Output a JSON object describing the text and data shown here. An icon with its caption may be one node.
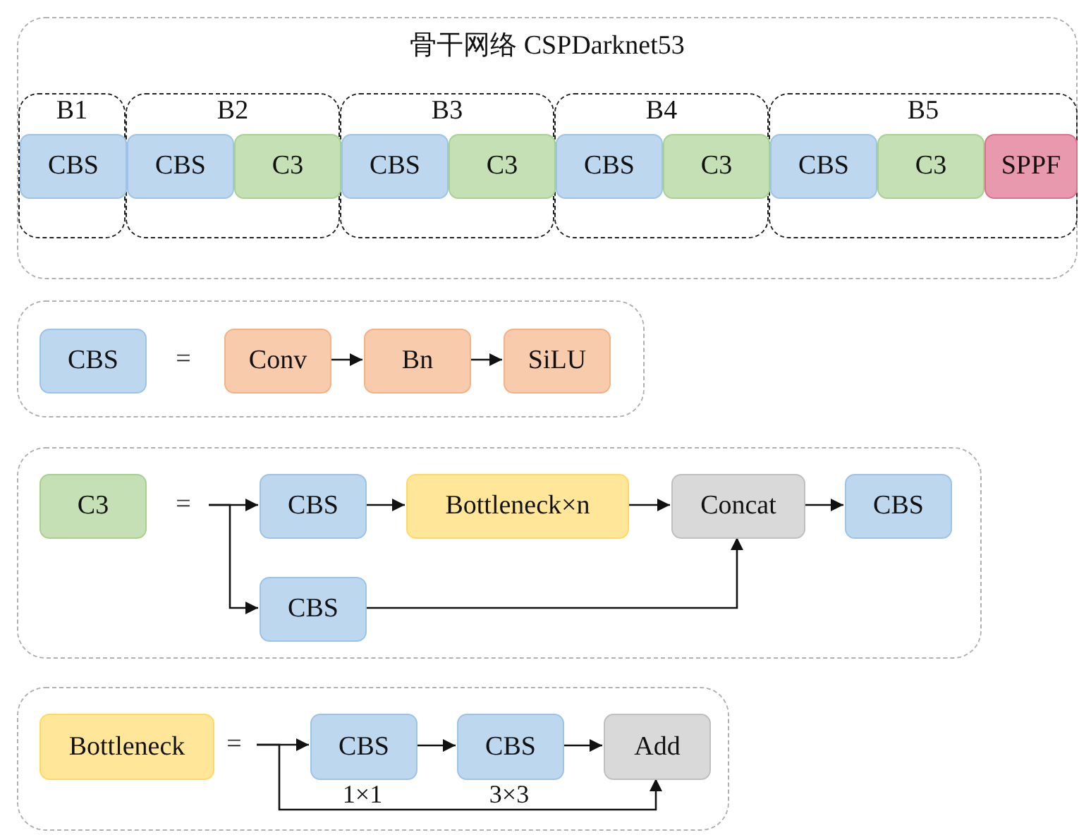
{
  "diagram": {
    "nodes": [
      {
        "text": [
          "骨干网络 CSPDarknet53"
        ]
      },
      {
        "text": [
          "B1"
        ],
        "in": 0
      },
      {
        "text": [
          "CBS"
        ],
        "in": 1
      },
      {
        "text": [
          "B2"
        ],
        "in": 0
      },
      {
        "text": [
          "CBS"
        ],
        "in": 3
      },
      {
        "text": [
          "C3"
        ],
        "in": 3
      },
      {
        "text": [
          "B3"
        ],
        "in": 0
      },
      {
        "text": [
          "CBS"
        ],
        "in": 6
      },
      {
        "text": [
          "C3"
        ],
        "in": 6
      },
      {
        "text": [
          "B4"
        ],
        "in": 0
      },
      {
        "text": [
          "CBS"
        ],
        "in": 9
      },
      {
        "text": [
          "C3"
        ],
        "in": 9
      },
      {
        "text": [
          "B5"
        ],
        "in": 0
      },
      {
        "text": [
          "CBS"
        ],
        "in": 12
      },
      {
        "text": [
          "C3"
        ],
        "in": 12
      },
      {
        "text": [
          "SPPF"
        ],
        "in": 12
      },
      {
        "text": [],
        "shape": "box"
      },
      {
        "text": [
          "CBS"
        ],
        "in": 16
      },
      {
        "text": [
          "Conv"
        ],
        "in": 16
      },
      {
        "text": [
          "Bn"
        ],
        "in": 16
      },
      {
        "text": [
          "SiLU"
        ],
        "in": 16
      },
      {
        "text": [],
        "shape": "box"
      },
      {
        "text": [
          "C3"
        ],
        "in": 21
      },
      {
        "text": [
          "CBS"
        ],
        "in": 21
      },
      {
        "text": [
          "Bottleneck×n"
        ],
        "in": 21
      },
      {
        "text": [
          "Concat"
        ],
        "in": 21
      },
      {
        "text": [
          "CBS"
        ],
        "in": 21
      },
      {
        "text": [
          "CBS"
        ],
        "in": 21
      },
      {
        "text": [],
        "shape": "box"
      },
      {
        "text": [
          "Bottleneck"
        ],
        "in": 28
      },
      {
        "text": [
          "CBS"
        ],
        "in": 28,
        "beside": [
          "1×1"
        ]
      },
      {
        "text": [
          "CBS"
        ],
        "in": 28,
        "beside": [
          "3×3"
        ]
      },
      {
        "text": [
          "Add"
        ],
        "in": 28
      }
    ],
    "edges": [
      {
        "from": 18,
        "to": 19,
        "arrow": "to"
      },
      {
        "from": 19,
        "to": 20,
        "arrow": "to"
      },
      {
        "from": null,
        "to": 23,
        "arrow": "to"
      },
      {
        "from": null,
        "to": 27,
        "arrow": "to"
      },
      {
        "from": 23,
        "to": 24,
        "arrow": "to"
      },
      {
        "from": 24,
        "to": 25,
        "arrow": "to"
      },
      {
        "from": 25,
        "to": 26,
        "arrow": "to"
      },
      {
        "from": 27,
        "to": 25,
        "arrow": "to"
      },
      {
        "from": null,
        "to": 30,
        "arrow": "to"
      },
      {
        "from": null,
        "to": 32,
        "arrow": "to"
      },
      {
        "from": 30,
        "to": 31,
        "arrow": "to"
      },
      {
        "from": 31,
        "to": 32,
        "arrow": "to"
      }
    ],
    "labels": [
      "=",
      "=",
      "="
    ]
  }
}
